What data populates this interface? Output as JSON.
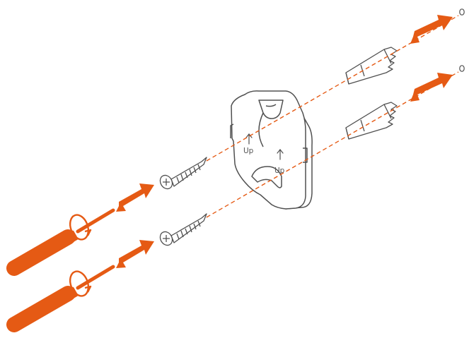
{
  "colors": {
    "accent": "#e55a14",
    "outline": "#505050",
    "fill": "#ffffff",
    "background": "#ffffff"
  },
  "bracket": {
    "labels": [
      "Up",
      "Up"
    ],
    "arrow_icon": "up-arrow-icon"
  },
  "steps": [
    {
      "icon": "screwdriver-icon",
      "item": "screw",
      "target": "wall-plug"
    },
    {
      "icon": "screwdriver-icon",
      "item": "screw",
      "target": "wall-plug"
    }
  ],
  "icons": [
    "screwdriver-icon",
    "rotate-icon",
    "screw-icon",
    "wall-plug-icon",
    "direction-arrow-icon",
    "drill-hole-icon",
    "mounting-bracket-icon"
  ]
}
